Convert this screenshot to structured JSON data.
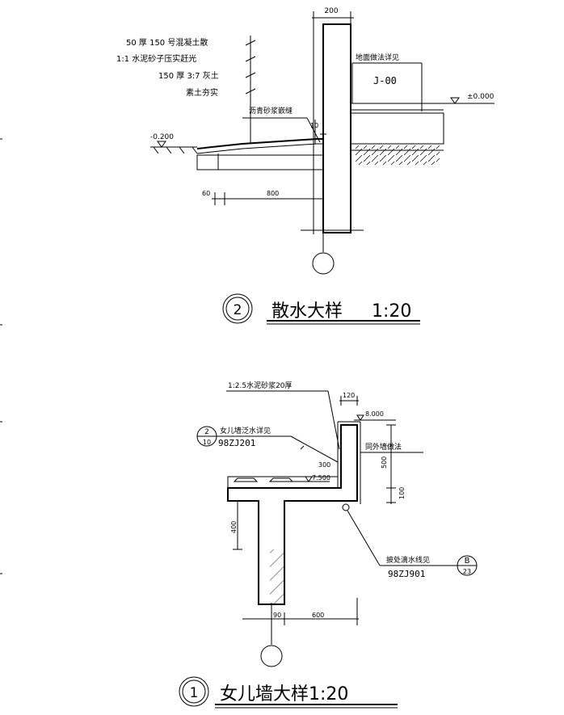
{
  "detail2": {
    "number": "2",
    "title": "散水大样",
    "scale": "1:20",
    "dim_wall": "200",
    "layer1": "50 厚 150 号混凝土散",
    "layer2": "1:1  水泥砂子压实赶光",
    "layer3": "150 厚 3:7 灰土",
    "layer4": "素土夯实",
    "joint_note": "沥青砂浆嵌缝",
    "floor_note": "地面做法详见",
    "floor_ref": "J-00",
    "level_zero": "±0.000",
    "level_outdoor": "-0.200",
    "dim_10": "10",
    "dim_60": "60",
    "dim_800": "800"
  },
  "detail1": {
    "number": "1",
    "title": "女儿墙大样1:20",
    "mortar_note": "1:2.5水泥砂浆20厚",
    "dim_120": "120",
    "level_top": "8.000",
    "flashing_ref_top": "2",
    "flashing_ref_bottom": "10",
    "flashing_note": "女儿墙泛水详见",
    "flashing_std": "98ZJ201",
    "wall_note": "同外墙做法",
    "dim_300": "300",
    "level_roof": "7.500",
    "dim_500": "500",
    "dim_100": "100",
    "dim_400": "400",
    "drip_note": "披处滴水线见",
    "drip_ref_top": "B",
    "drip_ref_bottom": "23",
    "drip_std": "98ZJ901",
    "dim_90": "90",
    "dim_600": "600"
  }
}
